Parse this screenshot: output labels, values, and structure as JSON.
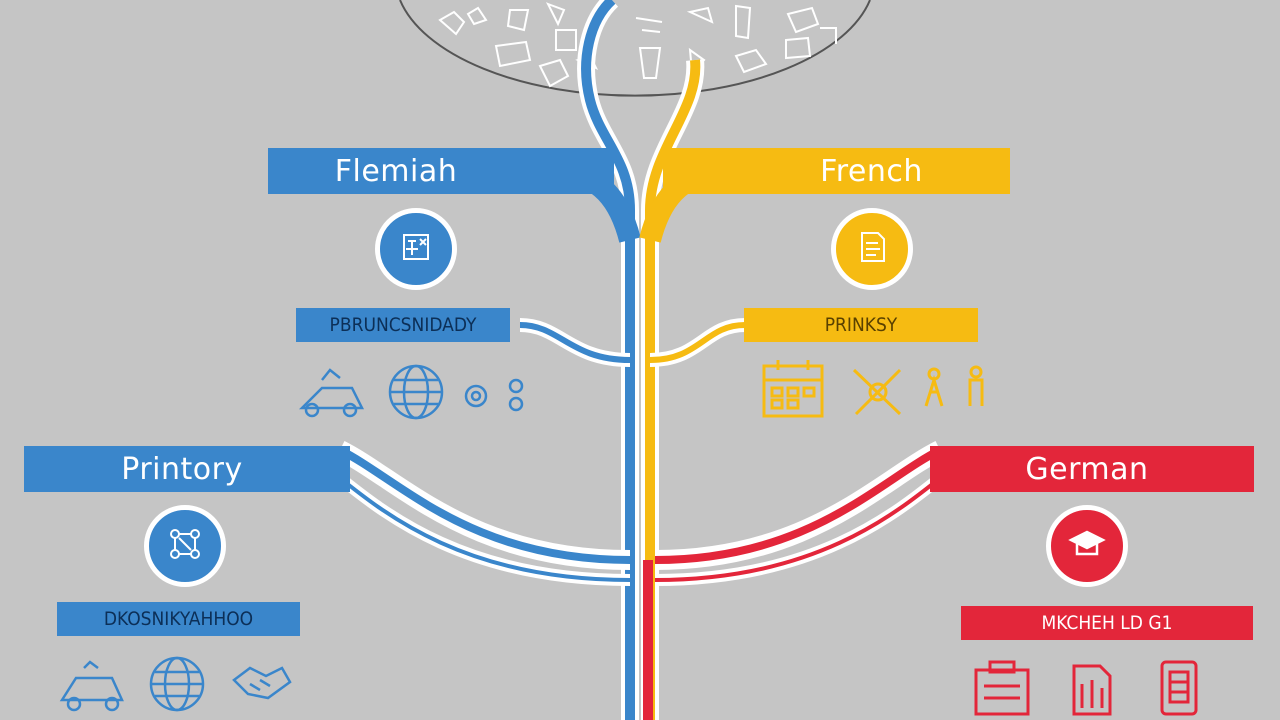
{
  "branches": {
    "top_left": {
      "label": "Flemiah",
      "sub_label": "PBRUNCSNIDADY"
    },
    "top_right": {
      "label": "French",
      "sub_label": "PRINKSY"
    },
    "bottom_left": {
      "label": "Printory",
      "sub_label": "DKOSNIKYAHHOO"
    },
    "bottom_right": {
      "label": "German",
      "sub_label": "MKCHEH LD G1"
    }
  },
  "colors": {
    "background": "#c5c5c5",
    "blue": "#3a86cb",
    "yellow": "#f6bb12",
    "red": "#e3263a",
    "white": "#ffffff"
  },
  "icons": {
    "top_left_badge": "translation-icon",
    "top_right_badge": "document-icon",
    "bottom_left_badge": "network-icon",
    "bottom_right_badge": "graduation-cap-icon",
    "top_left_row": [
      "vehicle-icon",
      "globe-icon",
      "mini-symbols-icon"
    ],
    "top_right_row": [
      "calendar-icon",
      "tools-icon",
      "person-icon",
      "person-icon"
    ],
    "bottom_left_row": [
      "vehicle-icon",
      "globe-icon",
      "handshake-icon"
    ],
    "bottom_right_row": [
      "clipboard-icon",
      "document-icon",
      "tablet-icon"
    ],
    "globe_doodles": "doodle-icons"
  }
}
